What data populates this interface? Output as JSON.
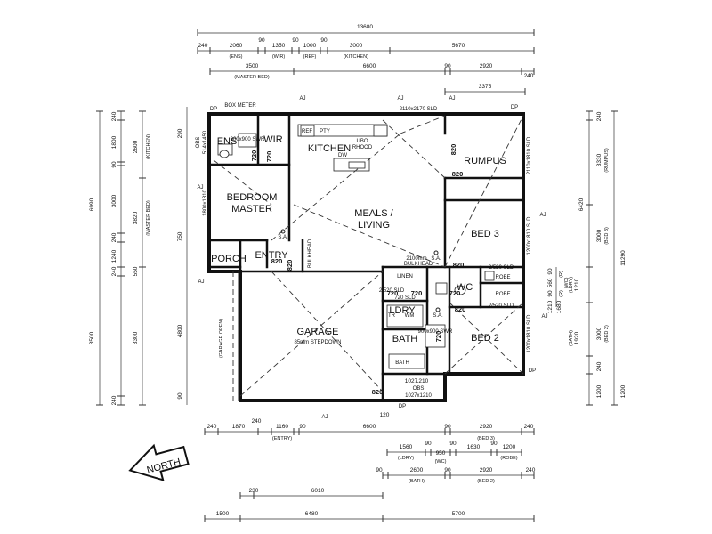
{
  "rooms": {
    "ens": "ENS",
    "wir": "WIR",
    "kitchen": "KITCHEN",
    "bedroom_master_1": "BEDROOM",
    "bedroom_master_2": "MASTER",
    "meals_1": "MEALS /",
    "meals_2": "LIVING",
    "rumpus": "RUMPUS",
    "bed3": "BED 3",
    "porch": "PORCH",
    "entry": "ENTRY",
    "garage": "GARAGE",
    "garage_step": "85mm STEPDOWN",
    "linen": "LINEN",
    "ldry": "LDRY",
    "wc": "WC",
    "robe_1": "ROBE",
    "robe_2": "ROBE",
    "bath": "BATH",
    "bath_tub": "BATH",
    "bed2": "BED 2"
  },
  "fixtures": {
    "ref": "REF",
    "pty": "PTY",
    "ubo": "UBO",
    "rhood": "RHOOD",
    "dw": "DW",
    "wm": "WM",
    "tr": "TR",
    "box_meter": "BOX METER",
    "shr_ens": "900x900 SWR",
    "shr_bath": "900x900 SWR",
    "bulkhead_1": "BULKHEAD",
    "bulkhead_2": "BULKHEAD",
    "sa_1": "S.A.",
    "sa_2": "S.A.",
    "sa_3": "S.A.",
    "bulkhead_note": "2100mm",
    "slider_wir": "2/520 SLD",
    "robe_sld_1": "2/520 SLD",
    "robe_sld_2": "2/520 SLD",
    "dp_1": "DP",
    "dp_2": "DP",
    "dp_3": "DP",
    "dp_4": "DP",
    "aj_1": "AJ",
    "aj_2": "AJ",
    "aj_3": "AJ",
    "aj_4": "AJ",
    "aj_5": "AJ",
    "aj_6": "AJ",
    "aj_7": "AJ",
    "aj_8": "AJ",
    "win_1": "2110x2170 SLD",
    "win_rumpus": "2110x1810 SLD",
    "win_bed3": "1200x1810 SLD",
    "win_bed2": "1200x1810 SLD",
    "win_master": "1800x1810",
    "win_ens": "514x1450",
    "obs": "OBS",
    "win_bath": "1027x1210",
    "obs2": "OBS",
    "ldry_sld": "720 SLD",
    "garage_open": "(GARAGE OPEN)"
  },
  "doors": [
    "720",
    "720",
    "820",
    "820",
    "820",
    "820",
    "820",
    "820",
    "720",
    "720",
    "720",
    "720",
    "820"
  ],
  "dims_top": {
    "overall": "13680",
    "row1": [
      "240",
      "2060",
      "90",
      "1350",
      "90",
      "1000",
      "90",
      "3000",
      "5670"
    ],
    "row1_labels": [
      "(ENS)",
      "(WIR)",
      "(REF)",
      "(KITCHEN)"
    ],
    "row2": [
      "3500",
      "6600",
      "90",
      "2920",
      "240"
    ],
    "row2_labels": [
      "(MASTER BED)"
    ],
    "row3": [
      "3375"
    ]
  },
  "dims_left": {
    "overall": "6990",
    "col1": [
      "240",
      "1800",
      "90",
      "3000",
      "240",
      "1240",
      "240",
      "3500",
      "240"
    ],
    "col2": [
      "2600",
      "3820",
      "550",
      "3300"
    ],
    "col2_labels": [
      "(KITCHEN)",
      "(MASTER BED)"
    ],
    "col3": [
      "750",
      "4800",
      "290",
      "90"
    ]
  },
  "dims_right": {
    "overall": "11290",
    "col1": [
      "240",
      "3330",
      "6420",
      "1210",
      "1680",
      "3000",
      "1920",
      "240",
      "1200",
      "1200"
    ],
    "col1_labels": [
      "(RUMPUS)",
      "(BED 3)",
      "(LDRY)",
      "(BATH)",
      "(BED 2)"
    ],
    "col2": [
      "90",
      "560",
      "90",
      "1210",
      "90"
    ],
    "col2_labels": [
      "(WC)",
      "(R)",
      "(R)"
    ]
  },
  "dims_bottom": {
    "row1": [
      "240",
      "1870",
      "240",
      "1160",
      "90",
      "6600",
      "90",
      "2920",
      "240"
    ],
    "row1_labels": [
      "(ENTRY)",
      "(BED 3)"
    ],
    "row2": [
      "1560",
      "90",
      "950",
      "90",
      "1630",
      "90",
      "1200"
    ],
    "row2_labels": [
      "(LDRY)",
      "(WC)",
      "(ROBE)"
    ],
    "row3": [
      "90",
      "2600",
      "90",
      "2920",
      "240"
    ],
    "row3_labels": [
      "(BATH)",
      "(BED 2)"
    ],
    "row4": [
      "230",
      "6010"
    ],
    "row5": [
      "1500",
      "6480",
      "5700"
    ],
    "misc": [
      "120",
      "1027",
      "1210"
    ]
  },
  "north": "NORTH"
}
